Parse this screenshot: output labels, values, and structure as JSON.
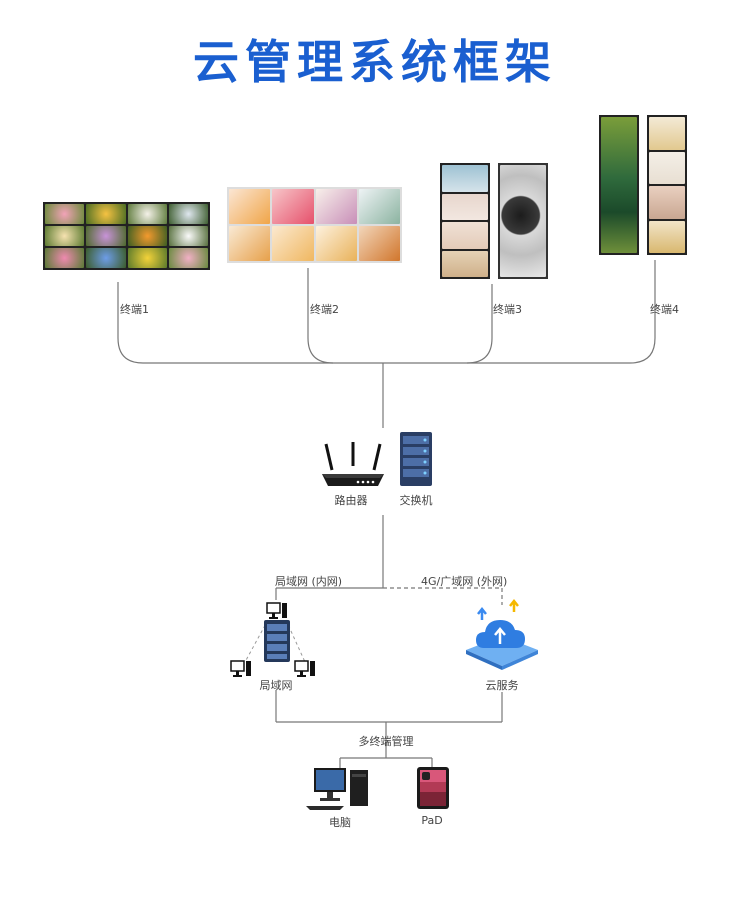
{
  "title": "云管理系统框架",
  "terminals": [
    {
      "label": "终端1"
    },
    {
      "label": "终端2"
    },
    {
      "label": "终端3"
    },
    {
      "label": "终端4"
    }
  ],
  "devices": {
    "router": "路由器",
    "switch": "交换机",
    "lan_label": "局域网",
    "cloud_label": "云服务",
    "pc_label": "电脑",
    "pad_label": "PaD"
  },
  "links": {
    "lan": "局域网 (内网)",
    "wan": "4G/广域网 (外网)",
    "multi": "多终端管理"
  },
  "colors": {
    "title": "#1a5fd0",
    "line": "#666666",
    "cloud": "#2f7de1"
  }
}
